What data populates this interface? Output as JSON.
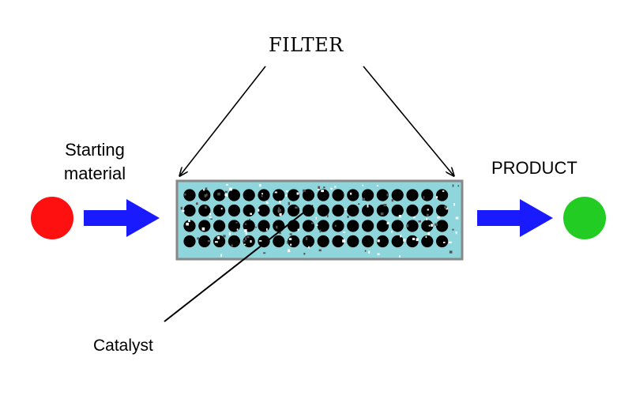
{
  "labels": {
    "filter": "FILTER",
    "starting_material_line1": "Starting",
    "starting_material_line2": "material",
    "product": "PRODUCT",
    "catalyst": "Catalyst"
  },
  "colors": {
    "starting_material": "#ff1010",
    "product": "#22cc22",
    "flow_arrow": "#1a1aff",
    "filter_frame": "#888888",
    "filter_background": "#8fd6dc",
    "catalyst_particle": "#000000"
  },
  "filter_bed": {
    "rows": 4,
    "columns": 18
  }
}
